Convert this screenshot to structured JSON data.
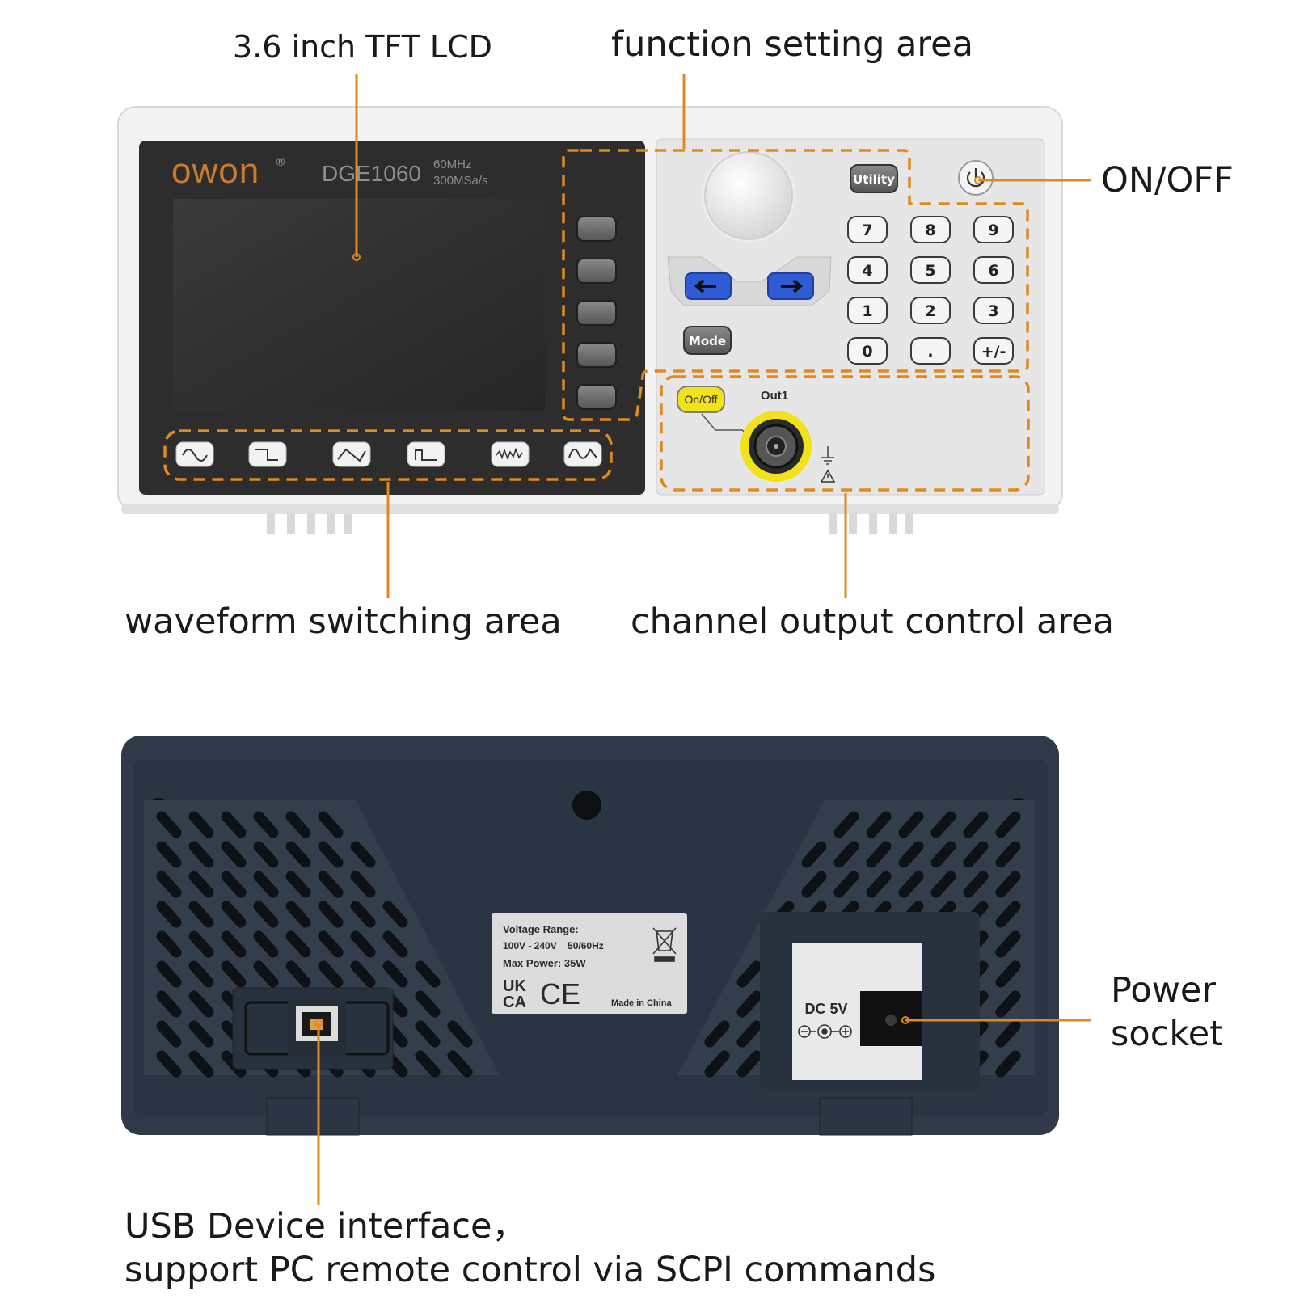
{
  "callouts": {
    "lcd": "3.6 inch TFT LCD",
    "function_area": "function setting area",
    "on_off": "ON/OFF",
    "waveform_area": "waveform switching area",
    "channel_area": "channel output control area",
    "power_socket_line1": "Power",
    "power_socket_line2": "socket",
    "usb_line1": "USB Device interface，",
    "usb_line2": "support PC remote control via SCPI commands"
  },
  "device": {
    "brand": "OWON",
    "registered_mark": "®",
    "model": "DGE1060",
    "spec_freq": "60MHz",
    "spec_rate": "300MSa/s",
    "utility_label": "Utility",
    "mode_label": "Mode",
    "onoff_label": "On/Off",
    "out_label": "Out1",
    "keypad": [
      "7",
      "8",
      "9",
      "4",
      "5",
      "6",
      "1",
      "2",
      "3",
      "0",
      ".",
      "+/-"
    ],
    "waveform_buttons": [
      "sine-icon",
      "square-icon",
      "ramp-icon",
      "pulse-icon",
      "noise-icon",
      "arbitrary-icon"
    ]
  },
  "rear": {
    "label_voltage": "Voltage Range:",
    "label_range": "100V - 240V    50/60Hz",
    "label_power": "Max Power: 35W",
    "label_ukca_1": "UK",
    "label_ukca_2": "CA",
    "label_ce": "CE",
    "label_made": "Made in China",
    "dc_label": "DC 5V"
  },
  "colors": {
    "accent_orange": "#e08a1e",
    "panel_light": "#e9e9e9",
    "panel_dark": "#2b2b2b",
    "rear_navy": "#2f3947",
    "arrow_blue": "#2f5bd6",
    "onoff_yellow": "#f2e21c"
  }
}
